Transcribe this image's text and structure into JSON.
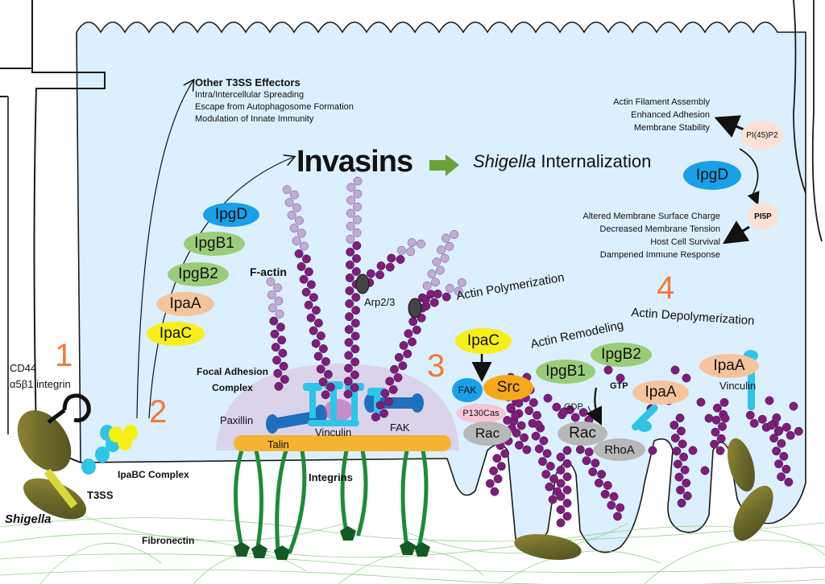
{
  "colors": {
    "cytoplasm": "#dcefff",
    "membrane": "#1a1a1a",
    "actin": "#7b1f7a",
    "actin_light": "#b794c9",
    "fac": "#d9cfe8",
    "talin": "#f5b233",
    "integrin": "#1f8a3a",
    "vinculin": "#30c4e6",
    "paxillin": "#1f6fbf",
    "number": "#f07a3c",
    "arrow_green": "#6aa23a",
    "ipgd": "#1aa0e6",
    "ipgb": "#9acd7a",
    "ipaa": "#f6c49c",
    "ipac": "#f7ef1a",
    "src": "#f7a81a",
    "fak_blue": "#1aa0e6",
    "p130": "#f4c6d8",
    "rac": "#b8b8b8",
    "pi": "#fbe0d5"
  },
  "numbers": [
    "1",
    "2",
    "3",
    "4"
  ],
  "host_receptors": {
    "cd44": "CD44",
    "integrin": "α5β1 integrin"
  },
  "left_labels": {
    "ipabc": "IpaBC Complex",
    "t3ss": "T3SS",
    "shigella": "Shigella",
    "fibronectin": "Fibronectin"
  },
  "effectors_box": {
    "title": "Other T3SS Effectors",
    "items": [
      "Intra/Intercellular Spreading",
      "Escape from Autophagosome Formation",
      "Modulation of Innate Immunity"
    ]
  },
  "invasins": {
    "title": "Invasins",
    "result_italic": "Shigella",
    "result": " Internalization"
  },
  "effector_pills": {
    "ipgd": "IpgD",
    "ipgb1": "IpgB1",
    "ipgb2": "IpgB2",
    "ipaa": "IpaA",
    "ipac": "IpaC"
  },
  "focal": {
    "factin": "F-actin",
    "arp": "Arp2/3",
    "title": "Focal Adhesion\nComplex",
    "paxillin": "Paxillin",
    "vinculin": "Vinculin",
    "fak": "FAK",
    "talin": "Talin",
    "integrins": "Integrins"
  },
  "right_top": {
    "pi45p2": "PI(45)P2",
    "ipgd": "IpgD",
    "pi5p": "PI5P",
    "upper_effects": [
      "Actin Filament Assembly",
      "Enhanced Adhesion",
      "Membrane Stability"
    ],
    "lower_effects": [
      "Altered Membrane Surface Charge",
      "Decreased Membrane Tension",
      "Host Cell Survival",
      "Dampened Immune Response"
    ]
  },
  "stage3": {
    "polymerization": "Actin Polymerization",
    "ipac": "IpaC",
    "fak": "FAK",
    "src": "Src",
    "p130": "P130Cas",
    "rac": "Rac"
  },
  "remodeling": {
    "title": "Actin Remodeling",
    "ipgb1": "IpgB1",
    "ipgb2": "IpgB2",
    "gtp": "GTP",
    "gdp": "GDP",
    "rac": "Rac",
    "rhoa": "RhoA"
  },
  "depoly": {
    "title": "Actin Depolymerization",
    "ipaa1": "IpaA",
    "ipaa2": "IpaA",
    "vinculin": "Vinculin"
  }
}
